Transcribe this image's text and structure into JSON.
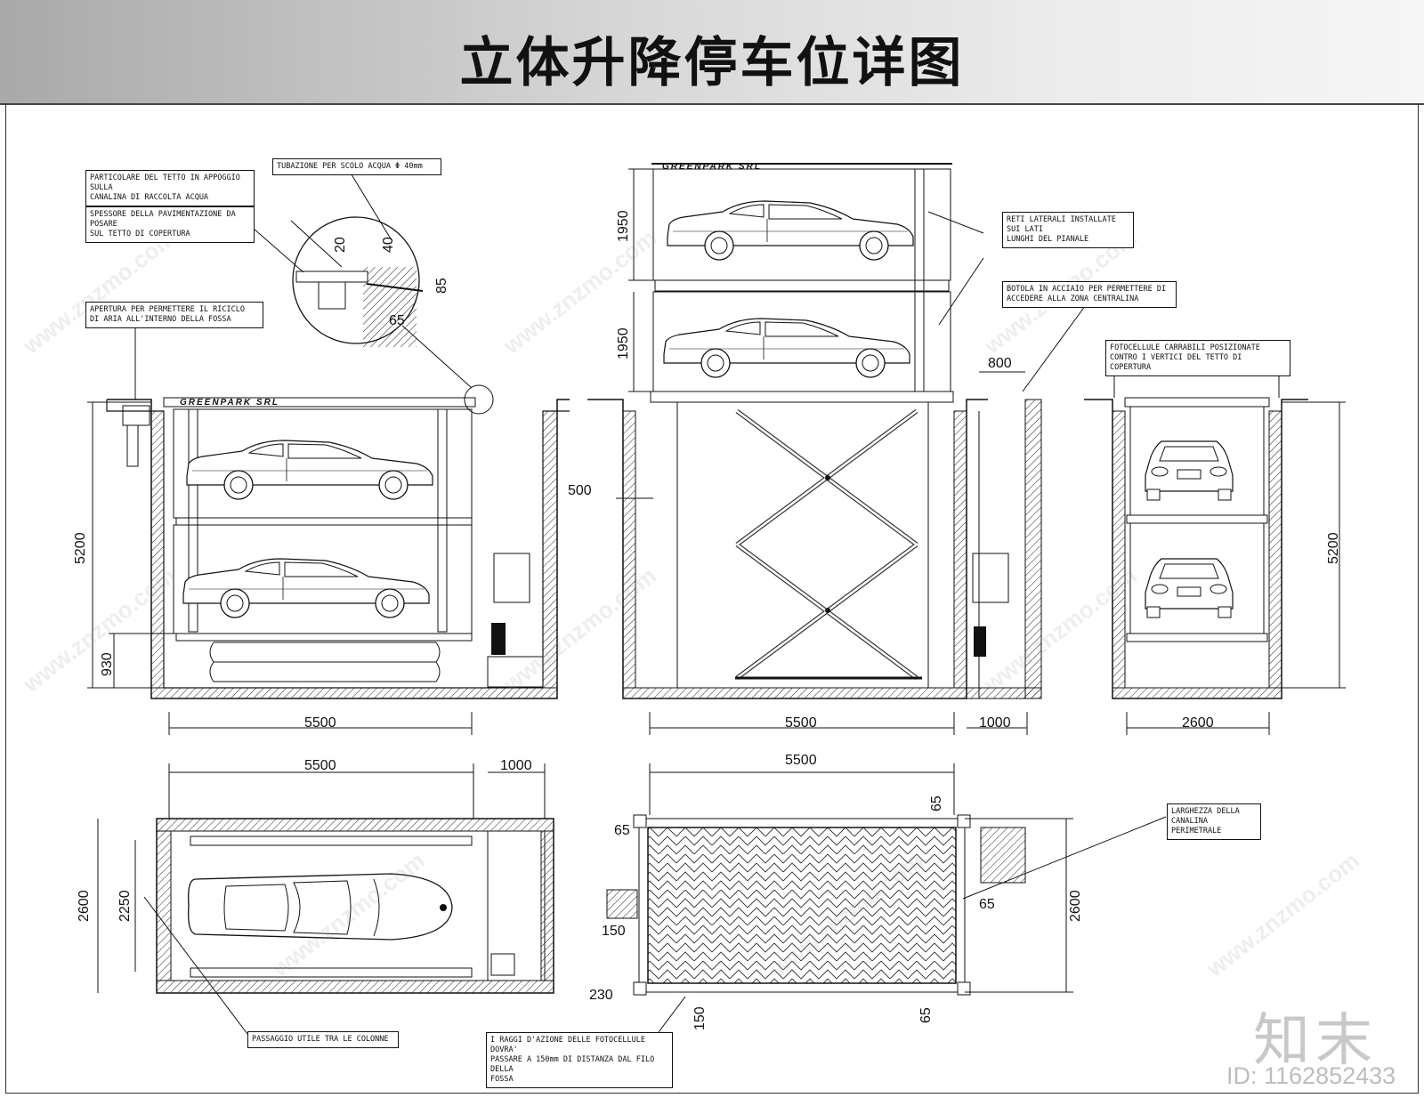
{
  "title": "立体升降停车位详图",
  "notes": {
    "roof_detail": "PARTICOLARE DEL TETTO IN APPOGGIO SULLA\nCANALINA DI RACCOLTA ACQUA",
    "pavement": "SPESSORE DELLA PAVIMENTAZIONE DA POSARE\nSUL TETTO DI COPERTURA",
    "tube": "TUBAZIONE PER SCOLO ACQUA Φ 40mm",
    "air": "APERTURA PER PERMETTERE IL RICICLO\nDI ARIA ALL'INTERNO DELLA FOSSA",
    "nets": "RETI LATERALI INSTALLATE SUI LATI\nLUNGHI DEL PIANALE",
    "hatch": "BOTOLA IN ACCIAIO PER PERMETTERE DI\nACCEDERE ALLA ZONA CENTRALINA",
    "photocells": "FOTOCELLULE CARRABILI POSIZIONATE\nCONTRO I VERTICI DEL TETTO DI COPERTURA",
    "gutter_width": "LARGHEZZA DELLA\nCANALINA PERIMETRALE",
    "passage": "PASSAGGIO UTILE TRA LE COLONNE",
    "rays": "I RAGGI D'AZIONE DELLE FOTOCELLULE DOVRA'\nPASSARE A 150mm DI DISTANZA DAL FILO DELLA\nFOSSA"
  },
  "brand": "GREENPARK SRL",
  "dimensions": {
    "detail_20": "20",
    "detail_40": "40",
    "detail_85": "85",
    "detail_65": "65",
    "height_5200": "5200",
    "height_930": "930",
    "width_5500": "5500",
    "level_1950": "1950",
    "depth_500": "500",
    "access_800": "800",
    "side_1000": "1000",
    "width_2600": "2600",
    "inner_2250": "2250",
    "d65": "65",
    "d150": "150",
    "d230": "230"
  },
  "watermark": {
    "site": "www.znzmo.com",
    "logo": "知末",
    "id": "ID: 1162852433"
  }
}
